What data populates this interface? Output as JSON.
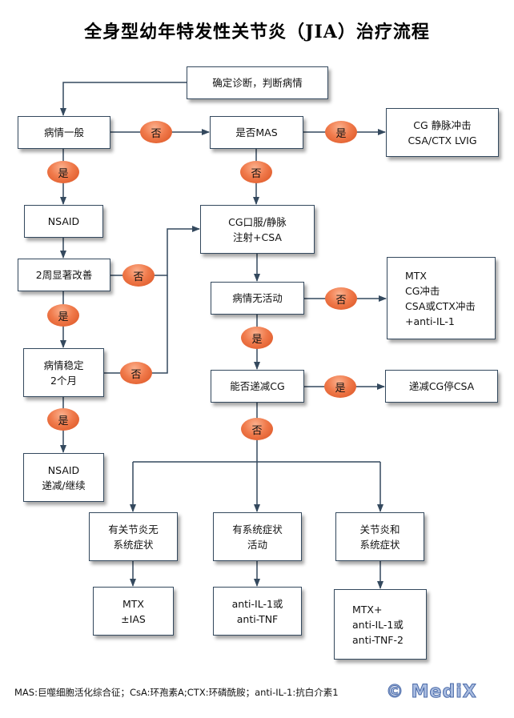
{
  "title": "全身型幼年特发性关节炎（JIA）治疗流程",
  "nodes": {
    "diagnose": "确定诊断，判断病情",
    "condition_general": "病情一般",
    "is_mas": "是否MAS",
    "cg_pulse": "CG  静脉冲击\nCSA/CTX  LVIG",
    "nsaid": "NSAID",
    "cg_oral": "CG口服/静脉\n注射+CSA",
    "two_week_improve": "2周显著改善",
    "no_activity": "病情无活动",
    "mtx_pulse": " MTX\nCG冲击\nCSA或CTX冲击\n+anti-IL-1",
    "stable_2m": "病情稳定\n2个月",
    "taper_cg": "能否递减CG",
    "taper_cg_stop_csa": "递减CG停CSA",
    "nsaid_taper": "NSAID\n递减/继续",
    "arthritis_no_systemic": "有关节炎无\n系统症状",
    "systemic_active": "有系统症状\n活动",
    "arthritis_and_systemic": "关节炎和\n系统症状",
    "mtx_ias": "MTX\n±IAS",
    "anti_il1_tnf": "anti-IL-1或\nanti-TNF",
    "mtx_anti": "MTX+\nanti-IL-1或\nanti-TNF-2"
  },
  "labels": {
    "yes": "是",
    "no": "否"
  },
  "legend": "MAS:巨噬细胞活化综合征；CsA:环孢素A;CTX:环磷酰胺；anti-IL-1:抗白介素1",
  "logo": "© MediX",
  "colors": {
    "line": "#34495e",
    "bubble": "#e8602c"
  }
}
